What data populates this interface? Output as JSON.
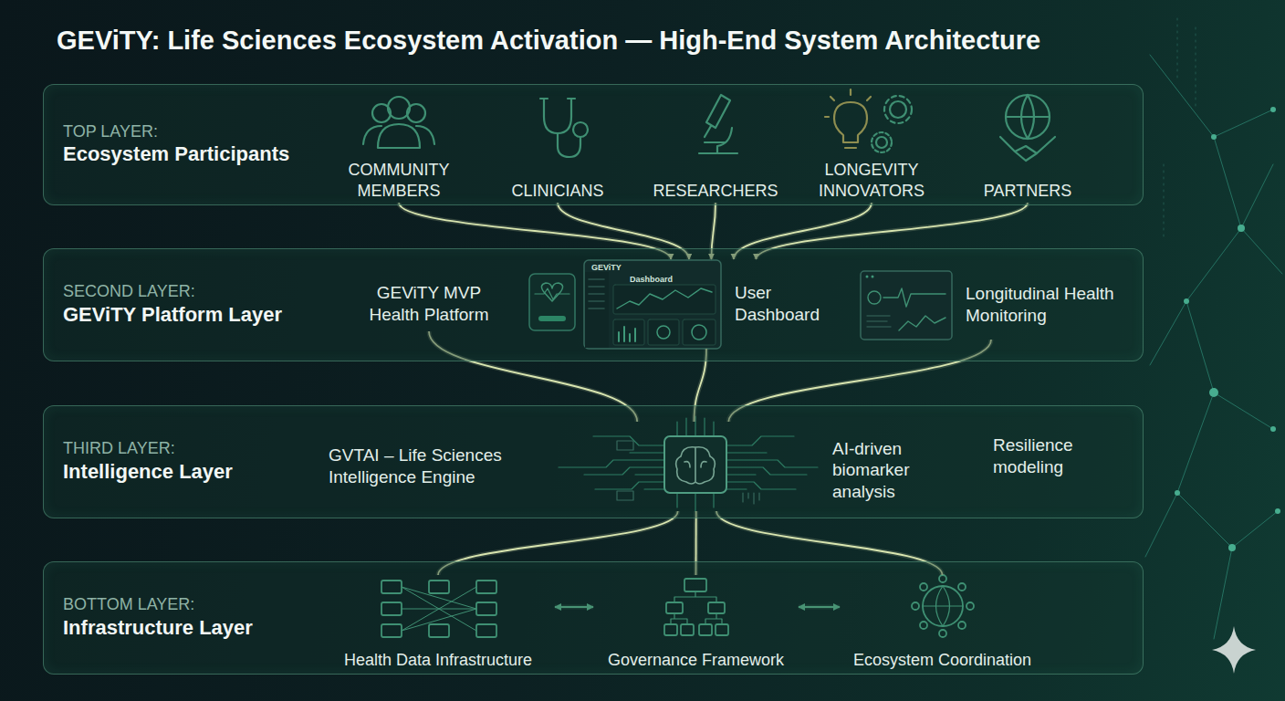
{
  "diagram": {
    "title": "GEViTY: Life Sciences Ecosystem Activation — High-End System Architecture",
    "nodes": [
      {
        "text": [
          "TOP LAYER:",
          "Ecosystem Participants"
        ]
      },
      {
        "text": [
          "COMMUNITY MEMBERS"
        ],
        "in": 0
      },
      {
        "text": [
          "CLINICIANS"
        ],
        "in": 0
      },
      {
        "text": [
          "RESEARCHERS"
        ],
        "in": 0
      },
      {
        "text": [
          "LONGEVITY INNOVATORS"
        ],
        "in": 0
      },
      {
        "text": [
          "PARTNERS"
        ],
        "in": 0
      },
      {
        "text": [
          "SECOND LAYER:",
          "GEViTY Platform Layer"
        ]
      },
      {
        "text": [
          "GEViTY MVP Health Platform"
        ],
        "in": 6
      },
      {
        "text": [
          "User Dashboard"
        ],
        "in": 6
      },
      {
        "text": [
          "Longitudinal Health Monitoring"
        ],
        "in": 6
      },
      {
        "text": [
          "THIRD LAYER:",
          "Intelligence Layer"
        ]
      },
      {
        "text": [
          "GVTAI – Life Sciences Intelligence Engine"
        ],
        "in": 10
      },
      {
        "text": [
          "AI-driven biomarker analysis"
        ],
        "in": 10
      },
      {
        "text": [
          "Resilience modeling"
        ],
        "in": 10
      },
      {
        "text": [
          "BOTTOM LAYER:",
          "Infrastructure Layer"
        ]
      },
      {
        "text": [
          "Health Data Infrastructure"
        ],
        "in": 14
      },
      {
        "text": [
          "Governance Framework"
        ],
        "in": 14
      },
      {
        "text": [
          "Ecosystem Coordination"
        ],
        "in": 14
      }
    ],
    "edges": [
      {
        "from": 1,
        "to": 8,
        "arrow": "to"
      },
      {
        "from": 2,
        "to": 8,
        "arrow": "to"
      },
      {
        "from": 3,
        "to": 8,
        "arrow": "to"
      },
      {
        "from": 4,
        "to": 8,
        "arrow": "to"
      },
      {
        "from": 5,
        "to": 8,
        "arrow": "to"
      },
      {
        "from": 7,
        "to": 11,
        "arrow": "none"
      },
      {
        "from": 8,
        "to": 11,
        "arrow": "none"
      },
      {
        "from": 9,
        "to": 11,
        "arrow": "none"
      },
      {
        "from": 11,
        "to": 15,
        "arrow": "none"
      },
      {
        "from": 11,
        "to": 16,
        "arrow": "none"
      },
      {
        "from": 11,
        "to": 17,
        "arrow": "none"
      },
      {
        "from": 15,
        "to": 16,
        "arrow": "both"
      },
      {
        "from": 16,
        "to": 17,
        "arrow": "both"
      }
    ],
    "labels": [
      "GEViTY",
      "Dashboard"
    ]
  }
}
